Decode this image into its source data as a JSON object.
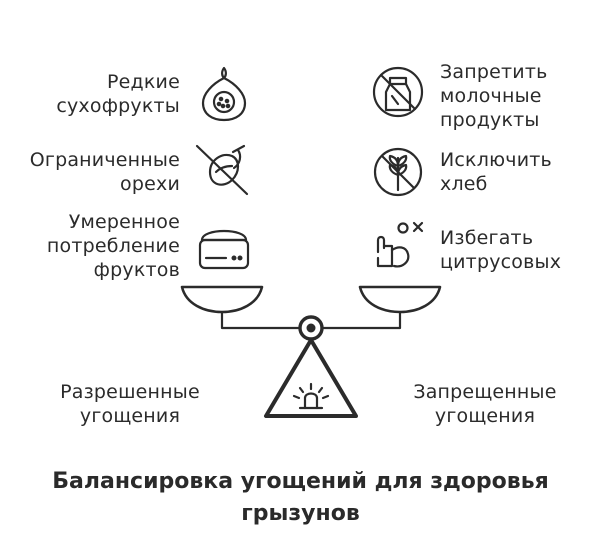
{
  "allowed": {
    "caption": "Разрешенные\nугощения",
    "items": [
      {
        "label": "Редкие\nсухофрукты",
        "icon": "fig-icon"
      },
      {
        "label": "Ограниченные\nорехи",
        "icon": "no-nuts-icon"
      },
      {
        "label": "Умеренное\nпотребление\nфруктов",
        "icon": "fruit-box-icon"
      }
    ]
  },
  "forbidden": {
    "caption": "Запрещенные\nугощения",
    "items": [
      {
        "label": "Запретить\nмолочные\nпродукты",
        "icon": "no-milk-icon"
      },
      {
        "label": "Исключить\nхлеб",
        "icon": "no-bread-icon"
      },
      {
        "label": "Избегать\nцитрусовых",
        "icon": "citrus-avoid-icon"
      }
    ]
  },
  "title": "Балансировка угощений для здоровья\nгрызунов"
}
